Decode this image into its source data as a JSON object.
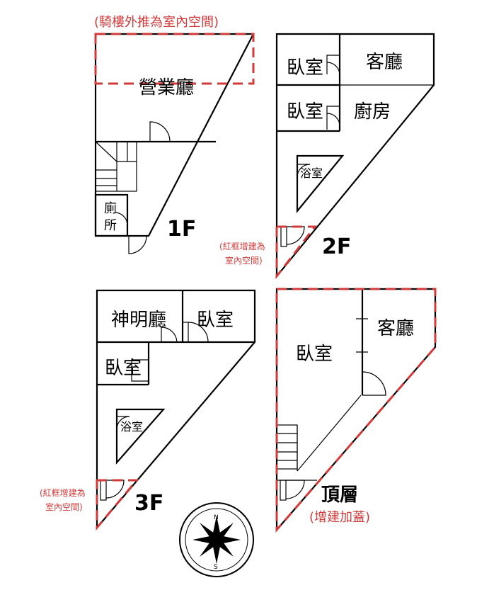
{
  "notes": {
    "top_1f": "(騎樓外推為室內空間)",
    "f2_line1": "(紅框增建為",
    "f2_line2": "室內空間)",
    "f3_line1": "(紅框增建為",
    "f3_line2": "室內空間)",
    "roof": "(增建加蓋)"
  },
  "floors": {
    "f1": {
      "label": "1F",
      "rooms": {
        "hall": "營業廳",
        "toilet_1": "廁",
        "toilet_2": "所"
      }
    },
    "f2": {
      "label": "2F",
      "rooms": {
        "bedroom_a": "臥室",
        "living": "客廳",
        "bedroom_b": "臥室",
        "kitchen": "廚房",
        "bath": "浴室"
      }
    },
    "f3": {
      "label": "3F",
      "rooms": {
        "shrine": "神明廳",
        "bedroom_a": "臥室",
        "bedroom_b": "臥室",
        "bath": "浴室"
      }
    },
    "roof": {
      "label": "頂層",
      "rooms": {
        "bedroom": "臥室",
        "living": "客廳"
      }
    }
  },
  "compass": {
    "north": "N",
    "south": "S"
  },
  "colors": {
    "wall": "#000000",
    "addition_outline": "#d23a3a",
    "note_text": "#d23a3a"
  }
}
